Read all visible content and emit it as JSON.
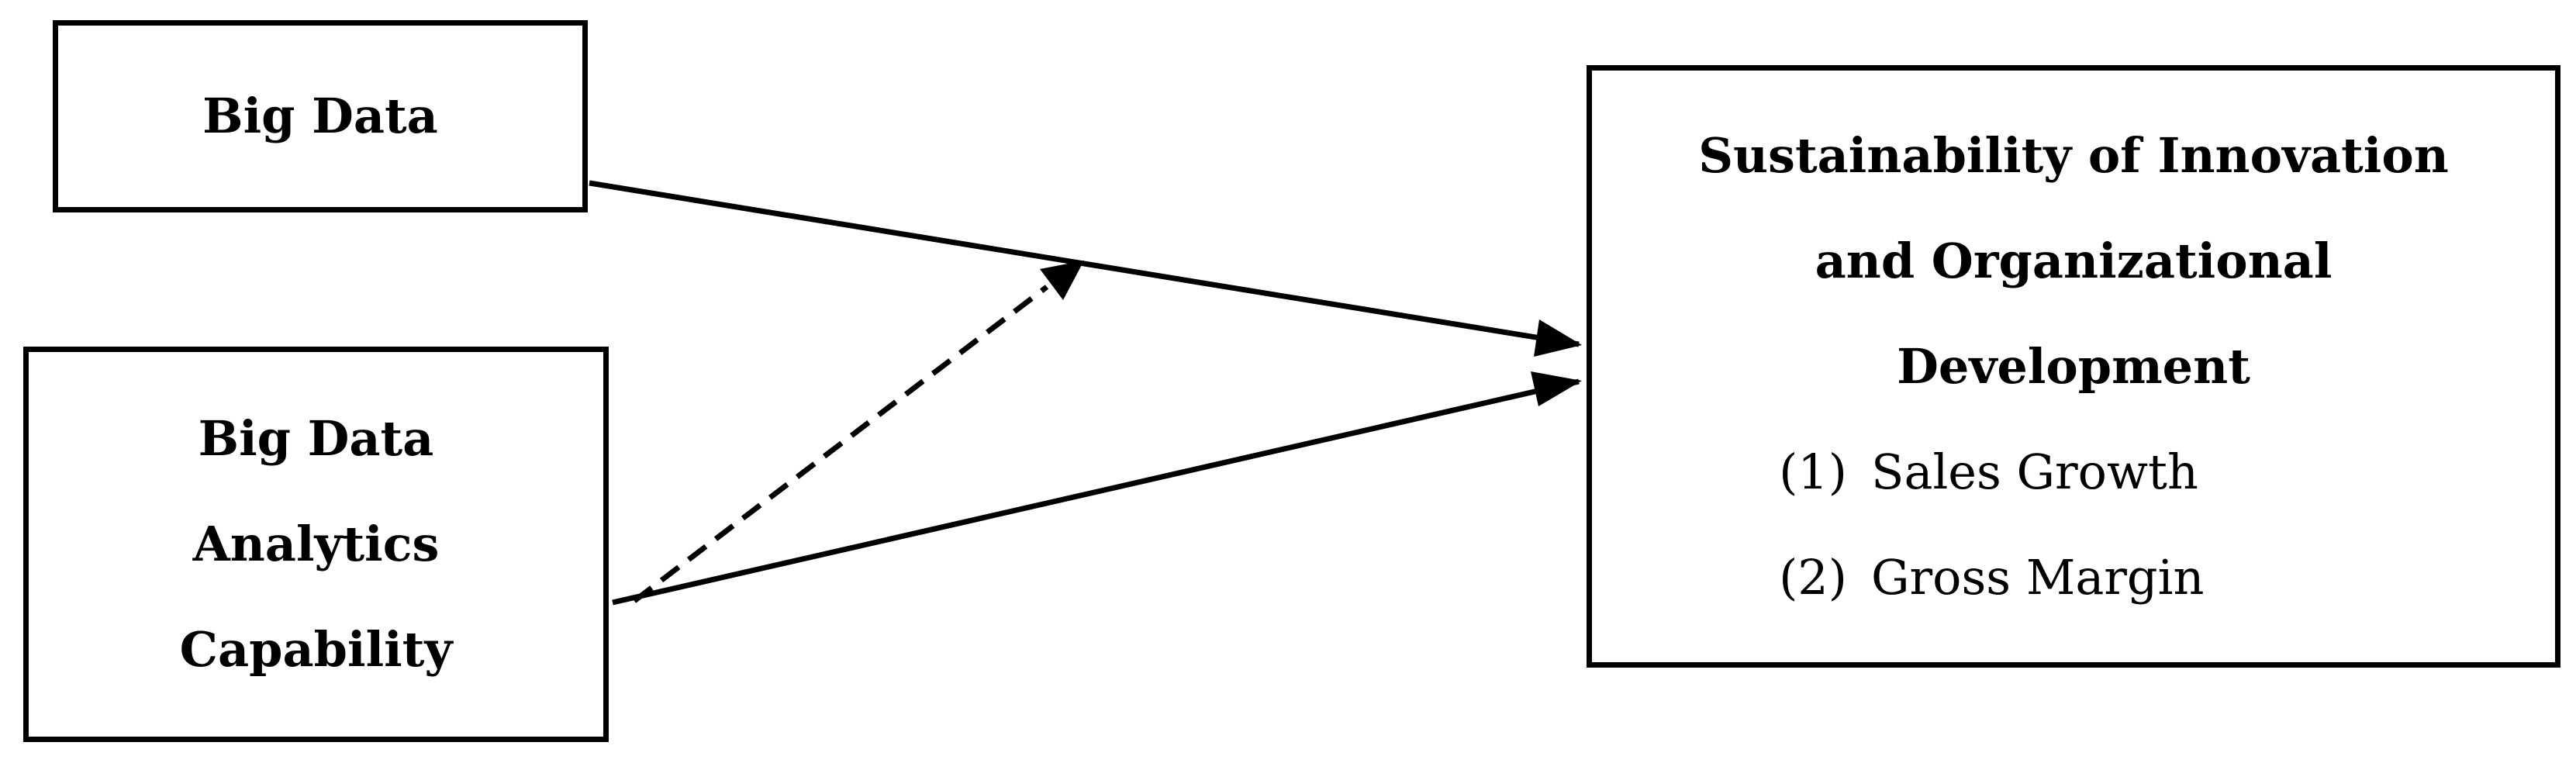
{
  "nodes": {
    "big_data": {
      "lines": [
        "Big Data"
      ]
    },
    "bdac": {
      "lines": [
        "Big Data",
        "Analytics",
        "Capability"
      ]
    },
    "outcome": {
      "title_lines": [
        "Sustainability of Innovation",
        "and Organizational",
        "Development"
      ],
      "items": [
        {
          "num": "(1)",
          "label": "Sales Growth"
        },
        {
          "num": "(2)",
          "label": "Gross Margin"
        }
      ]
    }
  },
  "edges": [
    {
      "from": "Big Data",
      "to": "Sustainability of Innovation and Organizational Development",
      "style": "solid"
    },
    {
      "from": "Big Data Analytics Capability",
      "to": "Sustainability of Innovation and Organizational Development",
      "style": "solid"
    },
    {
      "from": "Big Data Analytics Capability",
      "to": "Big Data → Sustainability of Innovation and Organizational Development",
      "style": "dashed"
    }
  ]
}
